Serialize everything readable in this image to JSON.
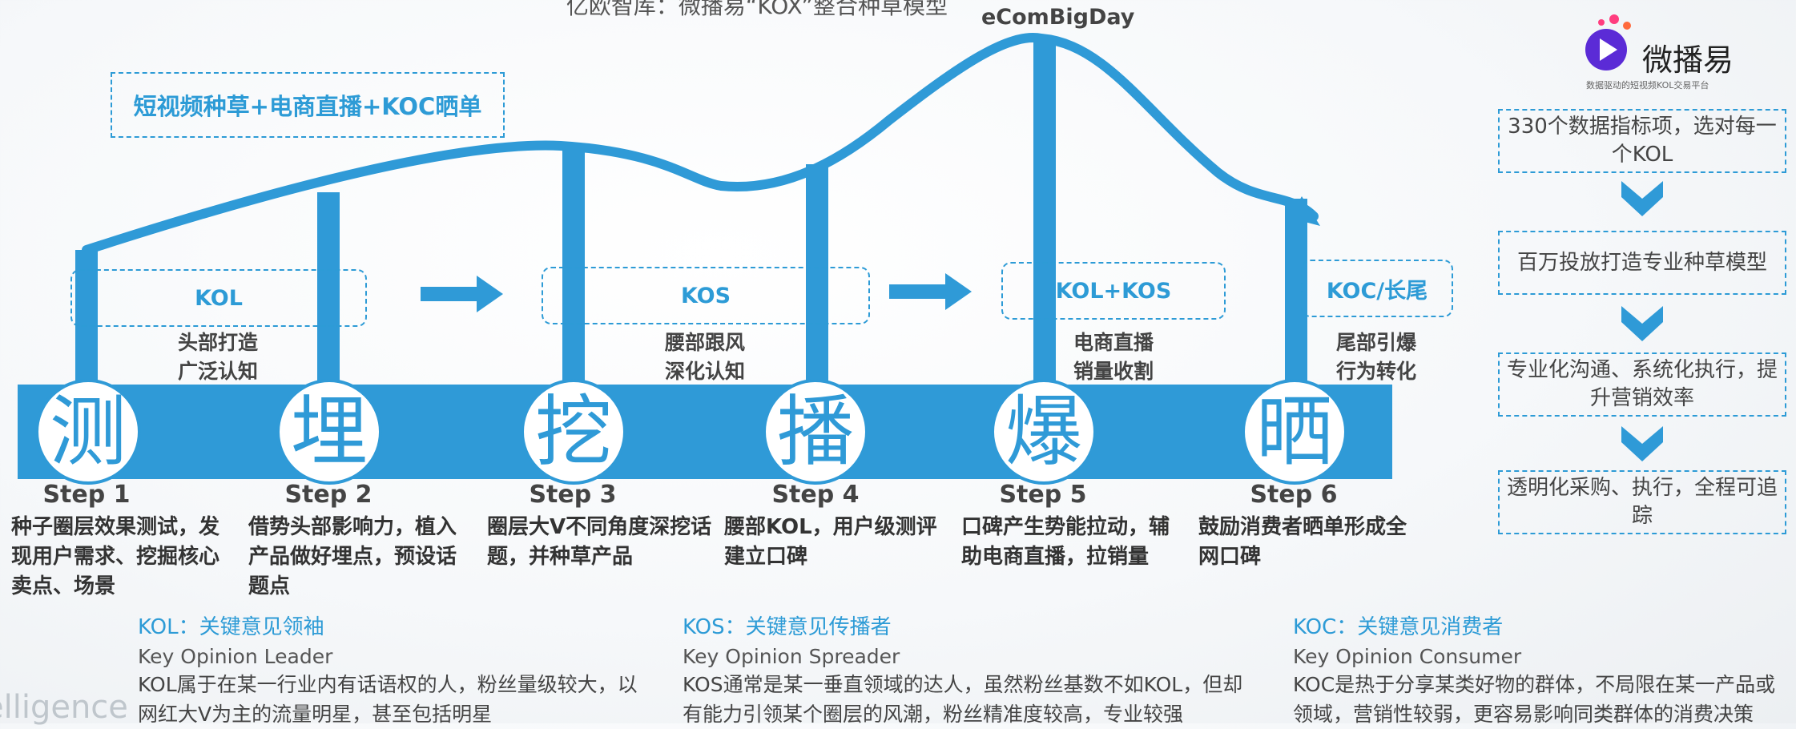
{
  "header": {
    "title": "亿欧智库：微播易“KOX”整合种草模型",
    "peak": "eComBigDay"
  },
  "strategy_label": "短视频种草+电商直播+KOC晒单",
  "phases": [
    {
      "label": "KOL",
      "desc_1": "头部打造",
      "desc_2": "广泛认知"
    },
    {
      "label": "KOS",
      "desc_1": "腰部跟风",
      "desc_2": "深化认知"
    },
    {
      "label": "KOL+KOS",
      "desc_1": "电商直播",
      "desc_2": "销量收割"
    },
    {
      "label": "KOC/长尾",
      "desc_1": "尾部引爆",
      "desc_2": "行为转化"
    }
  ],
  "steps": [
    {
      "char": "测",
      "label": "Step 1",
      "text": "种子圈层效果测试，发现用户需求、挖掘核心卖点、场景"
    },
    {
      "char": "埋",
      "label": "Step 2",
      "text": "借势头部影响力，植入产品做好埋点，预设话题点"
    },
    {
      "char": "挖",
      "label": "Step 3",
      "text": "圈层大V不同角度深挖话题，并种草产品"
    },
    {
      "char": "播",
      "label": "Step 4",
      "text": "腰部KOL，用户级测评建立口碑"
    },
    {
      "char": "爆",
      "label": "Step 5",
      "text": "口碑产生势能拉动，辅助电商直播，拉销量"
    },
    {
      "char": "晒",
      "label": "Step 6",
      "text": "鼓励消费者晒单形成全网口碑"
    }
  ],
  "definitions": [
    {
      "title": "KOL：关键意见领袖",
      "en": "Key Opinion Leader",
      "text": "KOL属于在某一行业内有话语权的人，粉丝量级较大，以网红大V为主的流量明星，甚至包括明星"
    },
    {
      "title": "KOS：关键意见传播者",
      "en": "Key Opinion Spreader",
      "text": "KOS通常是某一垂直领域的达人，虽然粉丝基数不如KOL，但却有能力引领某个圈层的风潮，粉丝精准度较高，专业较强"
    },
    {
      "title": "KOC：关键意见消费者",
      "en": "Key Opinion Consumer",
      "text": "KOC是热于分享某类好物的群体，不局限在某一产品或领域，营销性较弱，更容易影响同类群体的消费决策"
    }
  ],
  "sidebar": {
    "logo_name": "微播易",
    "logo_tagline": "数据驱动的短视频KOL交易平台",
    "items": [
      "330个数据指标项，选对每一个KOL",
      "百万投放打造专业种草模型",
      "专业化沟通、系统化执行，提升营销效率",
      "透明化采购、执行，全程可追踪"
    ]
  },
  "watermark": "elligence",
  "colors": {
    "accent": "#2f9ad7",
    "text": "#444444"
  }
}
